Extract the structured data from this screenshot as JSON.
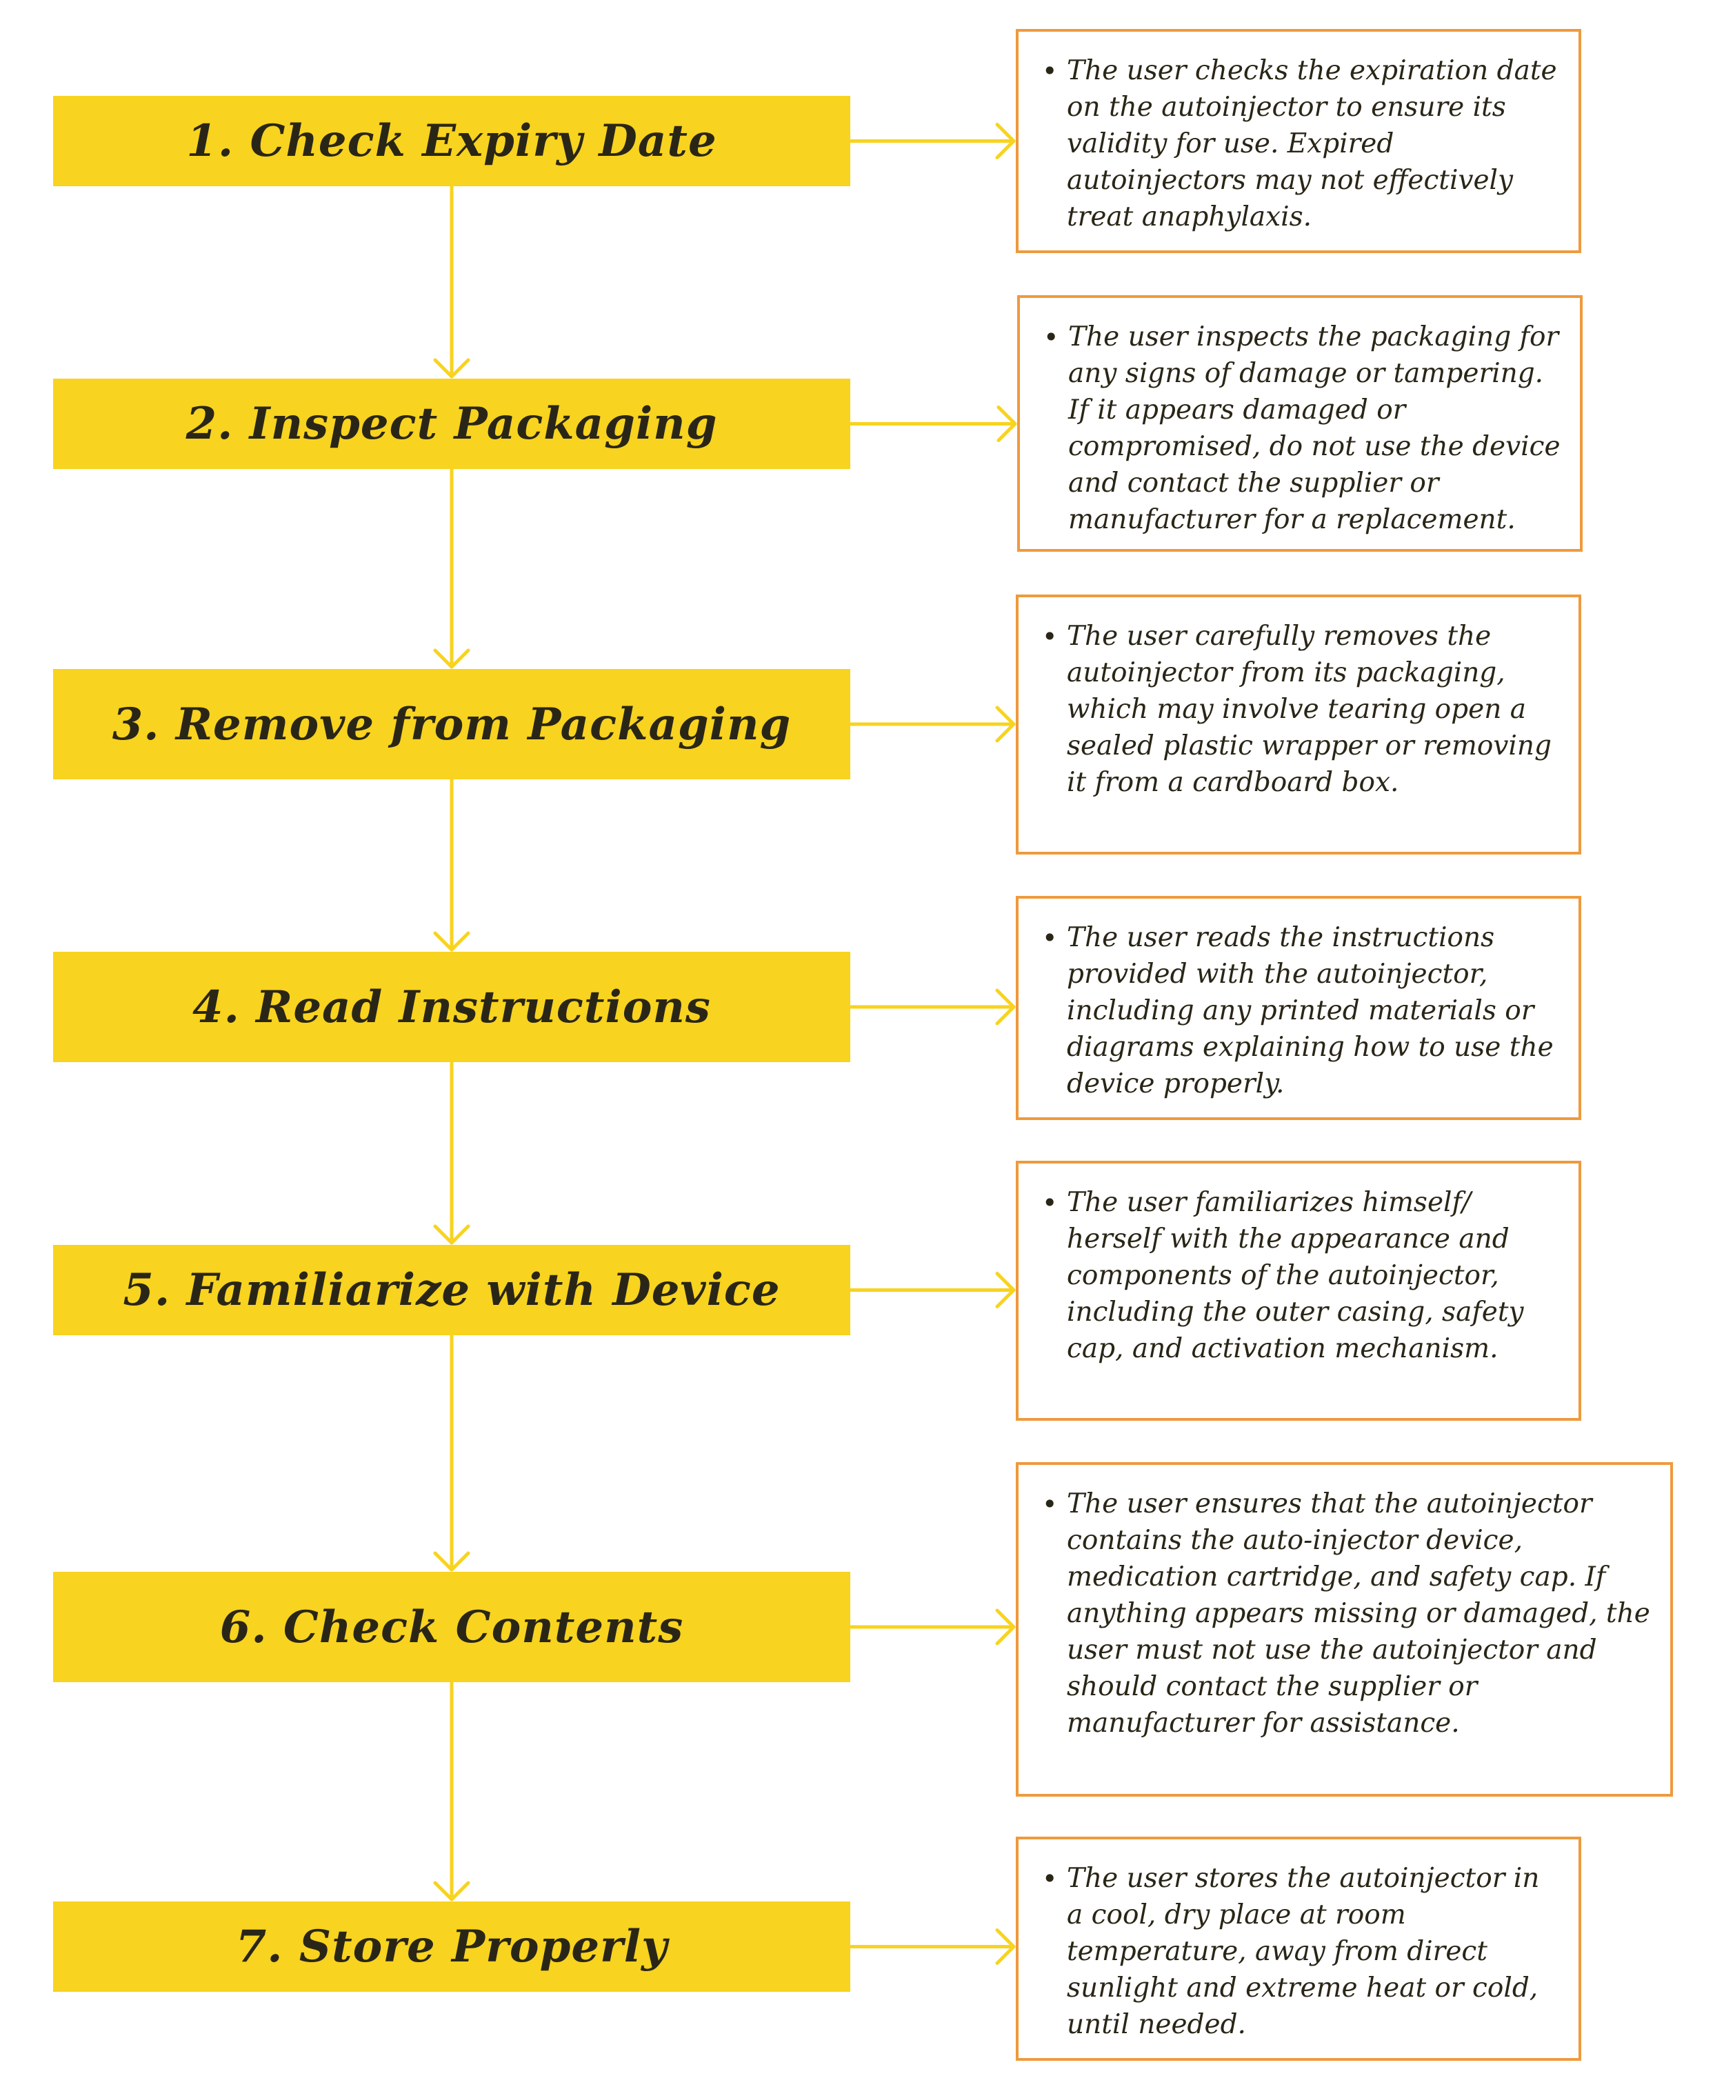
{
  "colors": {
    "step_fill": "#f8d31f",
    "connector": "#f8d31f",
    "note_border": "#ef9a3d",
    "text": "#2a2617"
  },
  "steps": [
    {
      "label": "1. Check Expiry Date",
      "note": "The user checks the expiration date on the autoinjector to ensure its validity for use. Expired autoinjectors may not effectively treat anaphylaxis."
    },
    {
      "label": "2. Inspect Packaging",
      "note": "The user inspects the packaging for any signs of damage or tampering. If it appears damaged or compromised, do not use the device and contact the supplier or manufacturer for a replacement."
    },
    {
      "label": "3. Remove from Packaging",
      "note": "The user carefully removes the autoinjector from its packaging, which may involve tearing open a sealed plastic wrapper or removing it from a cardboard box."
    },
    {
      "label": "4. Read Instructions",
      "note": "The user reads the instructions provided with the autoinjector, including any printed materials or diagrams explaining how to use the device properly."
    },
    {
      "label": "5. Familiarize with Device",
      "note": "The user familiarizes himself/ herself with the appearance and components of the autoinjector, including the outer casing, safety cap, and activation mechanism."
    },
    {
      "label": "6. Check Contents",
      "note": "The user ensures that the autoinjector contains the auto-injector device, medication cartridge, and safety cap. If anything appears missing or damaged, the user must not use the autoinjector and should contact the supplier or manufacturer for assistance."
    },
    {
      "label": "7. Store Properly",
      "note": "The user stores the autoinjector in a cool, dry place at room temperature, away from direct sunlight and extreme heat or cold, until needed."
    }
  ]
}
